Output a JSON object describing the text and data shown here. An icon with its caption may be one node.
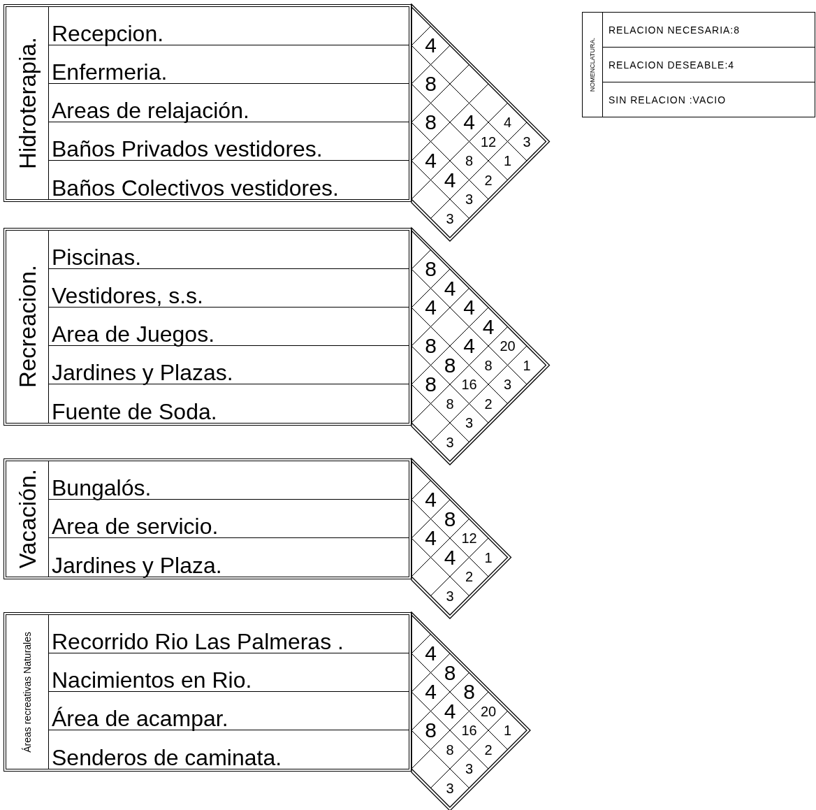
{
  "diagram": {
    "nodes": [
      {
        "text": [
          "Hidroterapia."
        ]
      },
      {
        "text": [
          "Recepcion."
        ],
        "in": 0
      },
      {
        "text": [
          "Enfermeria."
        ],
        "in": 0
      },
      {
        "text": [
          "Areas de relajación."
        ],
        "in": 0
      },
      {
        "text": [
          "Baños Privados vestidores."
        ],
        "in": 0
      },
      {
        "text": [
          "Baños Colectivos vestidores."
        ],
        "in": 0
      },
      {
        "text": [
          "Recreacion."
        ]
      },
      {
        "text": [
          "Piscinas."
        ],
        "in": 6
      },
      {
        "text": [
          "Vestidores, s.s."
        ],
        "in": 6
      },
      {
        "text": [
          "Area de Juegos."
        ],
        "in": 6
      },
      {
        "text": [
          "Jardines y Plazas."
        ],
        "in": 6
      },
      {
        "text": [
          "Fuente de Soda."
        ],
        "in": 6
      },
      {
        "text": [
          "Vacación."
        ]
      },
      {
        "text": [
          "Bungalós."
        ],
        "in": 12
      },
      {
        "text": [
          "Area de servicio."
        ],
        "in": 12
      },
      {
        "text": [
          "Jardines y Plaza."
        ],
        "in": 12
      },
      {
        "text": [
          "Áreas recreativas Naturales"
        ]
      },
      {
        "text": [
          "Recorrido Rio Las Palmeras ."
        ],
        "in": 16
      },
      {
        "text": [
          "Nacimientos en Rio."
        ],
        "in": 16
      },
      {
        "text": [
          "Área de acampar."
        ],
        "in": 16
      },
      {
        "text": [
          "Senderos de caminata."
        ],
        "in": 16
      }
    ],
    "edges": [],
    "labels": [
      "4",
      "8",
      "8",
      "4",
      "4",
      "12",
      "3",
      "4",
      "8",
      "1",
      "4",
      "2",
      "3",
      "3",
      "8",
      "4",
      "4",
      "4",
      "4",
      "8",
      "4",
      "20",
      "8",
      "8",
      "1",
      "8",
      "16",
      "3",
      "8",
      "2",
      "3",
      "3",
      "4",
      "8",
      "4",
      "12",
      "4",
      "1",
      "2",
      "3",
      "4",
      "8",
      "4",
      "8",
      "4",
      "20",
      "8",
      "16",
      "1",
      "8",
      "2",
      "3",
      "3",
      "NOMENCLATURA."
    ],
    "legend": [
      {
        "text": "RELACION NECESARIA:8"
      },
      {
        "text": "RELACION DESEABLE:4"
      },
      {
        "text": "SIN RELACION :VACIO"
      }
    ]
  }
}
